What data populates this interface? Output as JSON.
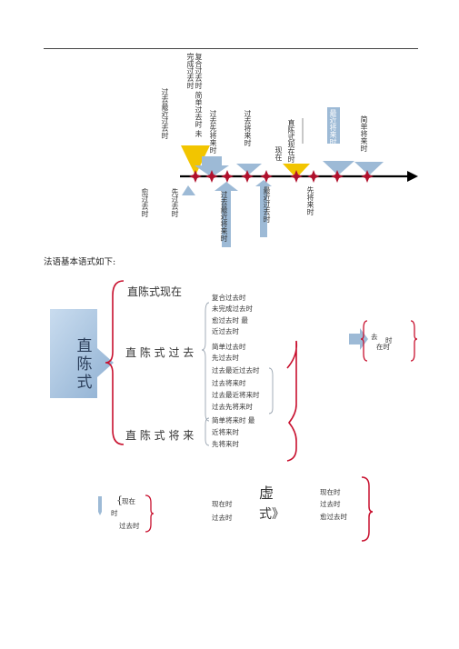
{
  "timeline": {
    "labels_top": [
      "过去最近过去时",
      "复合过去时 简单过去时 未完成过去时",
      "过去先将来时",
      "过去将来时",
      "现在",
      "直陈式现在时",
      "最近将来时",
      "简单将来时"
    ],
    "labels_bottom": [
      "愈过去时",
      "先过去时",
      "过去最近将来时",
      "最近过去时",
      "先将来时"
    ],
    "colors": {
      "axis": "#000000",
      "gold": "#f2c500",
      "blue": "#9dbad6",
      "red": "#b0102c"
    }
  },
  "intro_text": "法语基本语式如下:",
  "indicative": {
    "box_label": "直陈式",
    "present": "直陈式现在",
    "past": "直 陈 式 过 去",
    "future": "直 陈 式 将 来",
    "past_items": [
      "复合过去时",
      "未完成过去时",
      "愈过去时  最",
      "近过去时",
      "简单过去时",
      "先过去时",
      "过去最近过去时",
      "过去将来时",
      "过去最近将来时",
      "过去先将来时"
    ],
    "future_items": [
      "简单将来时  最",
      "近将来时",
      "先将来时"
    ],
    "right_past": "去",
    "right_time": "时",
    "right_present": "在时"
  },
  "bottom": {
    "left_present": "现在",
    "left_time": "时",
    "left_past": "过去时",
    "mid_present": "现在时",
    "mid_past": "过去时",
    "mode_top": "虚",
    "mode_bottom": "式》",
    "right_items": [
      "现在时",
      "过去时",
      "愈过去时"
    ]
  }
}
